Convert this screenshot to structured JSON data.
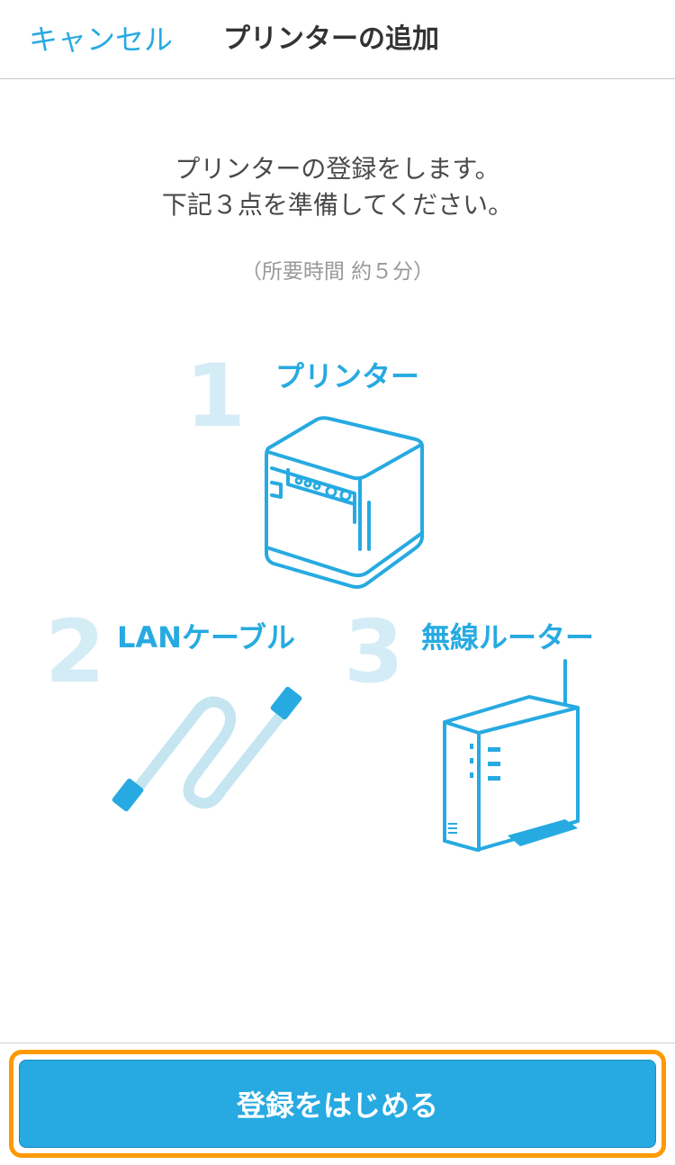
{
  "nav": {
    "cancel_label": "キャンセル",
    "title": "プリンターの追加"
  },
  "intro": {
    "line1": "プリンターの登録をします。",
    "line2": "下記３点を準備してください。",
    "duration": "（所要時間  約５分）"
  },
  "items": [
    {
      "number": "1",
      "label": "プリンター",
      "icon": "printer-icon"
    },
    {
      "number": "2",
      "label": "LANケーブル",
      "icon": "lan-cable-icon"
    },
    {
      "number": "3",
      "label": "無線ルーター",
      "icon": "wireless-router-icon"
    }
  ],
  "action": {
    "start_label": "登録をはじめる"
  },
  "colors": {
    "accent": "#27aae1",
    "number_tint": "#d4ecf6",
    "highlight": "#ff9900"
  }
}
